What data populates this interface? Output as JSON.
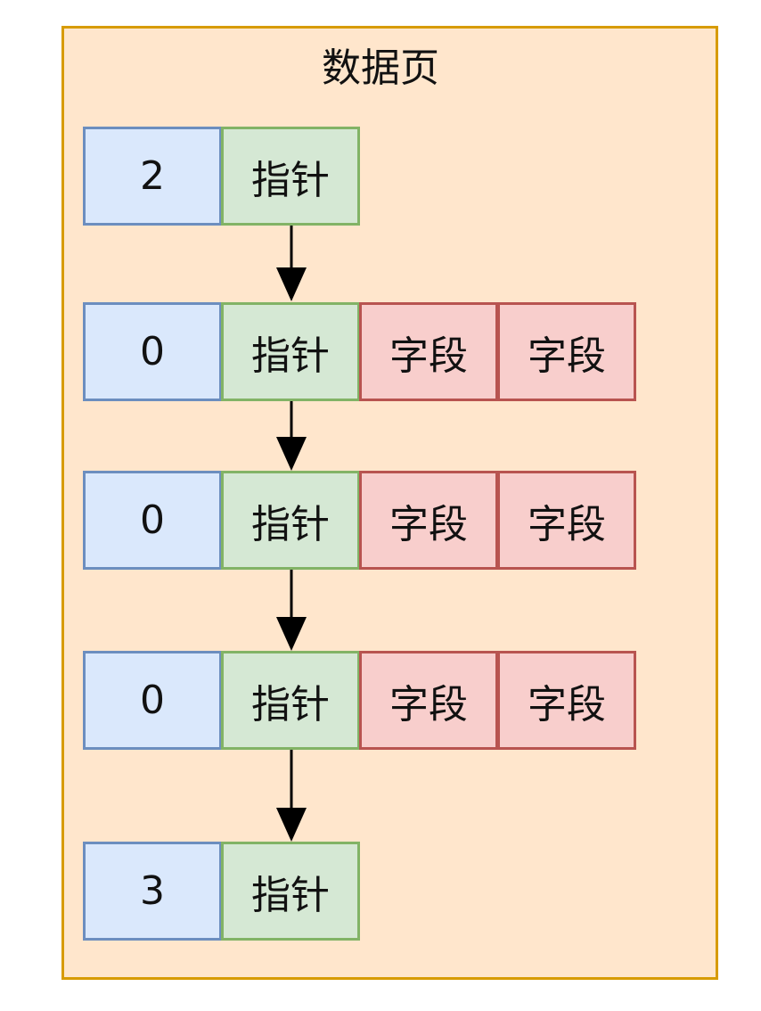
{
  "page": {
    "title": "数据页"
  },
  "records": [
    {
      "header": "2",
      "pointer": "指针",
      "fields": []
    },
    {
      "header": "0",
      "pointer": "指针",
      "fields": [
        "字段",
        "字段"
      ]
    },
    {
      "header": "0",
      "pointer": "指针",
      "fields": [
        "字段",
        "字段"
      ]
    },
    {
      "header": "0",
      "pointer": "指针",
      "fields": [
        "字段",
        "字段"
      ]
    },
    {
      "header": "3",
      "pointer": "指针",
      "fields": []
    }
  ],
  "colors": {
    "page_fill": "#ffe6cc",
    "page_border": "#d79b00",
    "header_fill": "#dae8fc",
    "header_border": "#6c8ebf",
    "pointer_fill": "#d5e8d4",
    "pointer_border": "#82b366",
    "field_fill": "#f8cecc",
    "field_border": "#b85450"
  }
}
